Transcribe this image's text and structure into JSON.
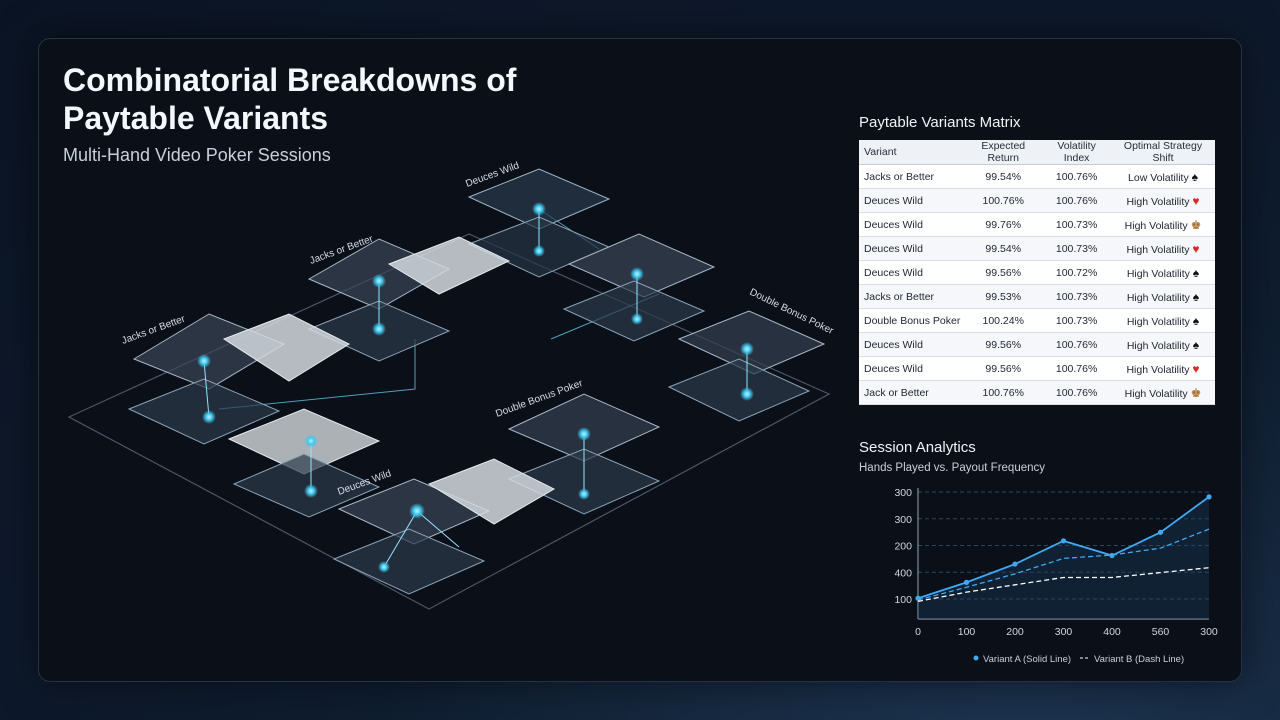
{
  "header": {
    "title": "Combinatorial Breakdowns of Paytable Variants",
    "subtitle": "Multi-Hand Video Poker Sessions"
  },
  "illustration": {
    "labels": [
      "Deuces Wild",
      "Jacks or Better",
      "Jacks or Better",
      "Double Bonus Poker",
      "Double Bonus Poker",
      "Deuces Wild"
    ]
  },
  "matrix": {
    "title": "Paytable Variants Matrix",
    "columns": [
      "Variant",
      "Expected Return",
      "Volatility Index",
      "Optimal Strategy Shift"
    ],
    "rows": [
      {
        "variant": "Jacks or Better",
        "expected_return": "99.54%",
        "volatility_index": "100.76%",
        "strategy_shift": "Low Volatility",
        "icon": "spade-card-icon"
      },
      {
        "variant": "Deuces Wild",
        "expected_return": "100.76%",
        "volatility_index": "100.76%",
        "strategy_shift": "High Volatility",
        "icon": "heart-card-icon"
      },
      {
        "variant": "Deuces Wild",
        "expected_return": "99.76%",
        "volatility_index": "100.73%",
        "strategy_shift": "High Volatility",
        "icon": "face-card-icon"
      },
      {
        "variant": "Deuces Wild",
        "expected_return": "99.54%",
        "volatility_index": "100.73%",
        "strategy_shift": "High Volatility",
        "icon": "heart-card-icon"
      },
      {
        "variant": "Deuces Wild",
        "expected_return": "99.56%",
        "volatility_index": "100.72%",
        "strategy_shift": "High Volatility",
        "icon": "spade-card-icon"
      },
      {
        "variant": "Jacks or Better",
        "expected_return": "99.53%",
        "volatility_index": "100.73%",
        "strategy_shift": "High Volatility",
        "icon": "spade-card-icon"
      },
      {
        "variant": "Double Bonus Poker",
        "expected_return": "100.24%",
        "volatility_index": "100.73%",
        "strategy_shift": "High Volatility",
        "icon": "spade-card-icon"
      },
      {
        "variant": "Deuces Wild",
        "expected_return": "99.56%",
        "volatility_index": "100.76%",
        "strategy_shift": "High Volatility",
        "icon": "spade-card-icon"
      },
      {
        "variant": "Deuces Wild",
        "expected_return": "99.56%",
        "volatility_index": "100.76%",
        "strategy_shift": "High Volatility",
        "icon": "heart-card-icon"
      },
      {
        "variant": "Jack or Better",
        "expected_return": "100.76%",
        "volatility_index": "100.76%",
        "strategy_shift": "High Volatility",
        "icon": "face-card-icon"
      }
    ]
  },
  "analytics": {
    "title": "Session Analytics",
    "subtitle": "Hands Played vs. Payout Frequency"
  },
  "chart_data": {
    "type": "line",
    "title": "Hands Played vs. Payout Frequency",
    "x_tick_labels": [
      "0",
      "100",
      "200",
      "300",
      "400",
      "560",
      "300"
    ],
    "y_tick_labels": [
      "100",
      "400",
      "200",
      "300",
      "300"
    ],
    "grid": true,
    "legend_position": "bottom",
    "legend": [
      "Variant A (Solid Line)",
      "Variant B (Dash Line)"
    ],
    "series": [
      {
        "name": "Variant A (Solid Line)",
        "style": "solid",
        "color": "#3fa9f5",
        "values": [
          85,
          150,
          225,
          320,
          260,
          355,
          500
        ]
      },
      {
        "name": "Variant B (Dash Line)",
        "style": "dash",
        "color": "#3fa9f5",
        "values": [
          78,
          130,
          185,
          248,
          262,
          290,
          368
        ]
      },
      {
        "name": "",
        "style": "dash",
        "color": "#ffffff",
        "values": [
          72,
          110,
          140,
          170,
          170,
          190,
          210
        ]
      }
    ],
    "ylim": [
      0,
      520
    ]
  }
}
